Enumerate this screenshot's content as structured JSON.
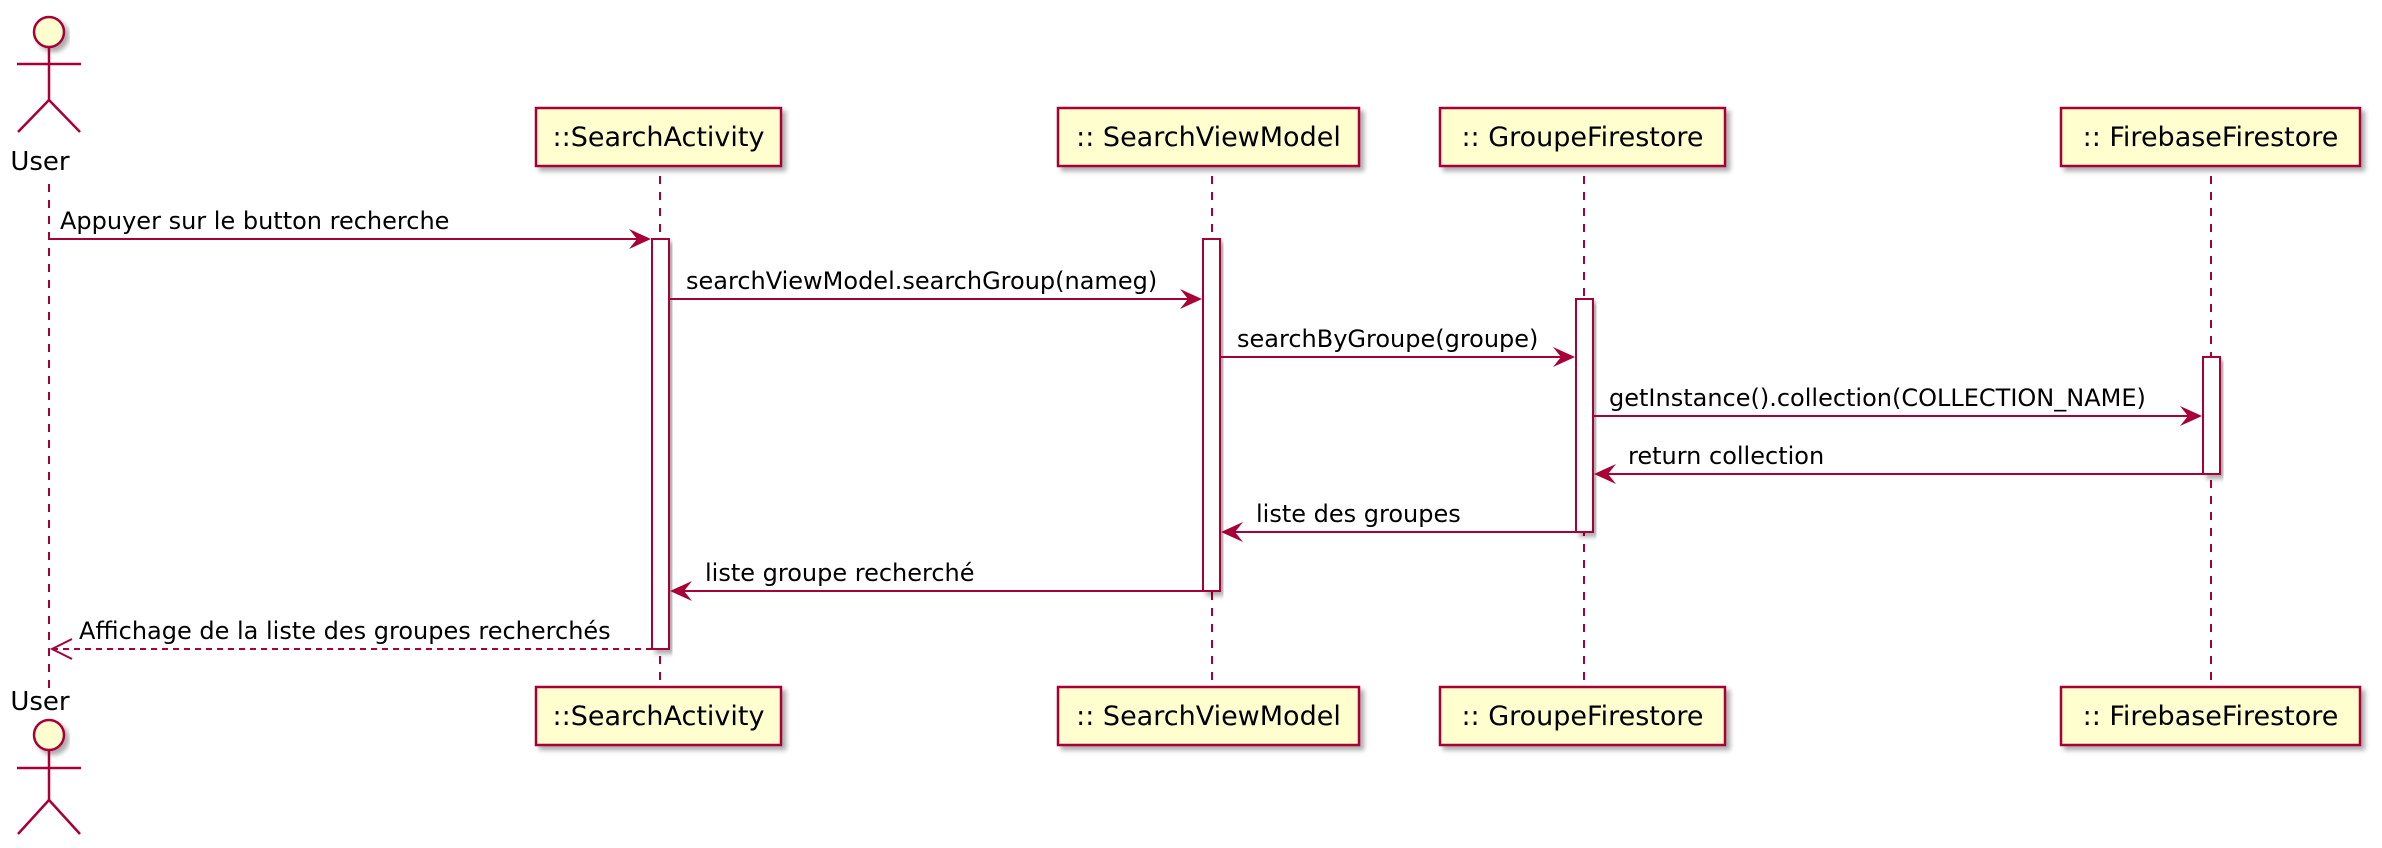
{
  "diagram": {
    "type": "uml-sequence",
    "colors": {
      "line": "#A80036",
      "box_fill": "#FEFECE",
      "activation_fill": "#FFFFFF",
      "text": "#000000"
    },
    "actor": {
      "name": "User"
    },
    "participants": [
      {
        "id": "search_activity",
        "label": "::SearchActivity"
      },
      {
        "id": "search_view_model",
        "label": ":: SearchViewModel"
      },
      {
        "id": "groupe_firestore",
        "label": ":: GroupeFirestore"
      },
      {
        "id": "firebase_firestore",
        "label": ":: FirebaseFirestore"
      }
    ],
    "messages": [
      {
        "from": "user",
        "to": "search_activity",
        "label": "Appuyer sur le button recherche",
        "style": "solid"
      },
      {
        "from": "search_activity",
        "to": "search_view_model",
        "label": "searchViewModel.searchGroup(nameg)",
        "style": "solid"
      },
      {
        "from": "search_view_model",
        "to": "groupe_firestore",
        "label": "searchByGroupe(groupe)",
        "style": "solid"
      },
      {
        "from": "groupe_firestore",
        "to": "firebase_firestore",
        "label": "getInstance().collection(COLLECTION_NAME)",
        "style": "solid"
      },
      {
        "from": "firebase_firestore",
        "to": "groupe_firestore",
        "label": "return collection",
        "style": "solid"
      },
      {
        "from": "groupe_firestore",
        "to": "search_view_model",
        "label": "liste des groupes",
        "style": "solid"
      },
      {
        "from": "search_view_model",
        "to": "search_activity",
        "label": "liste groupe recherché",
        "style": "solid"
      },
      {
        "from": "search_activity",
        "to": "user",
        "label": "Affichage de la liste des groupes recherchés",
        "style": "dashed"
      }
    ]
  }
}
